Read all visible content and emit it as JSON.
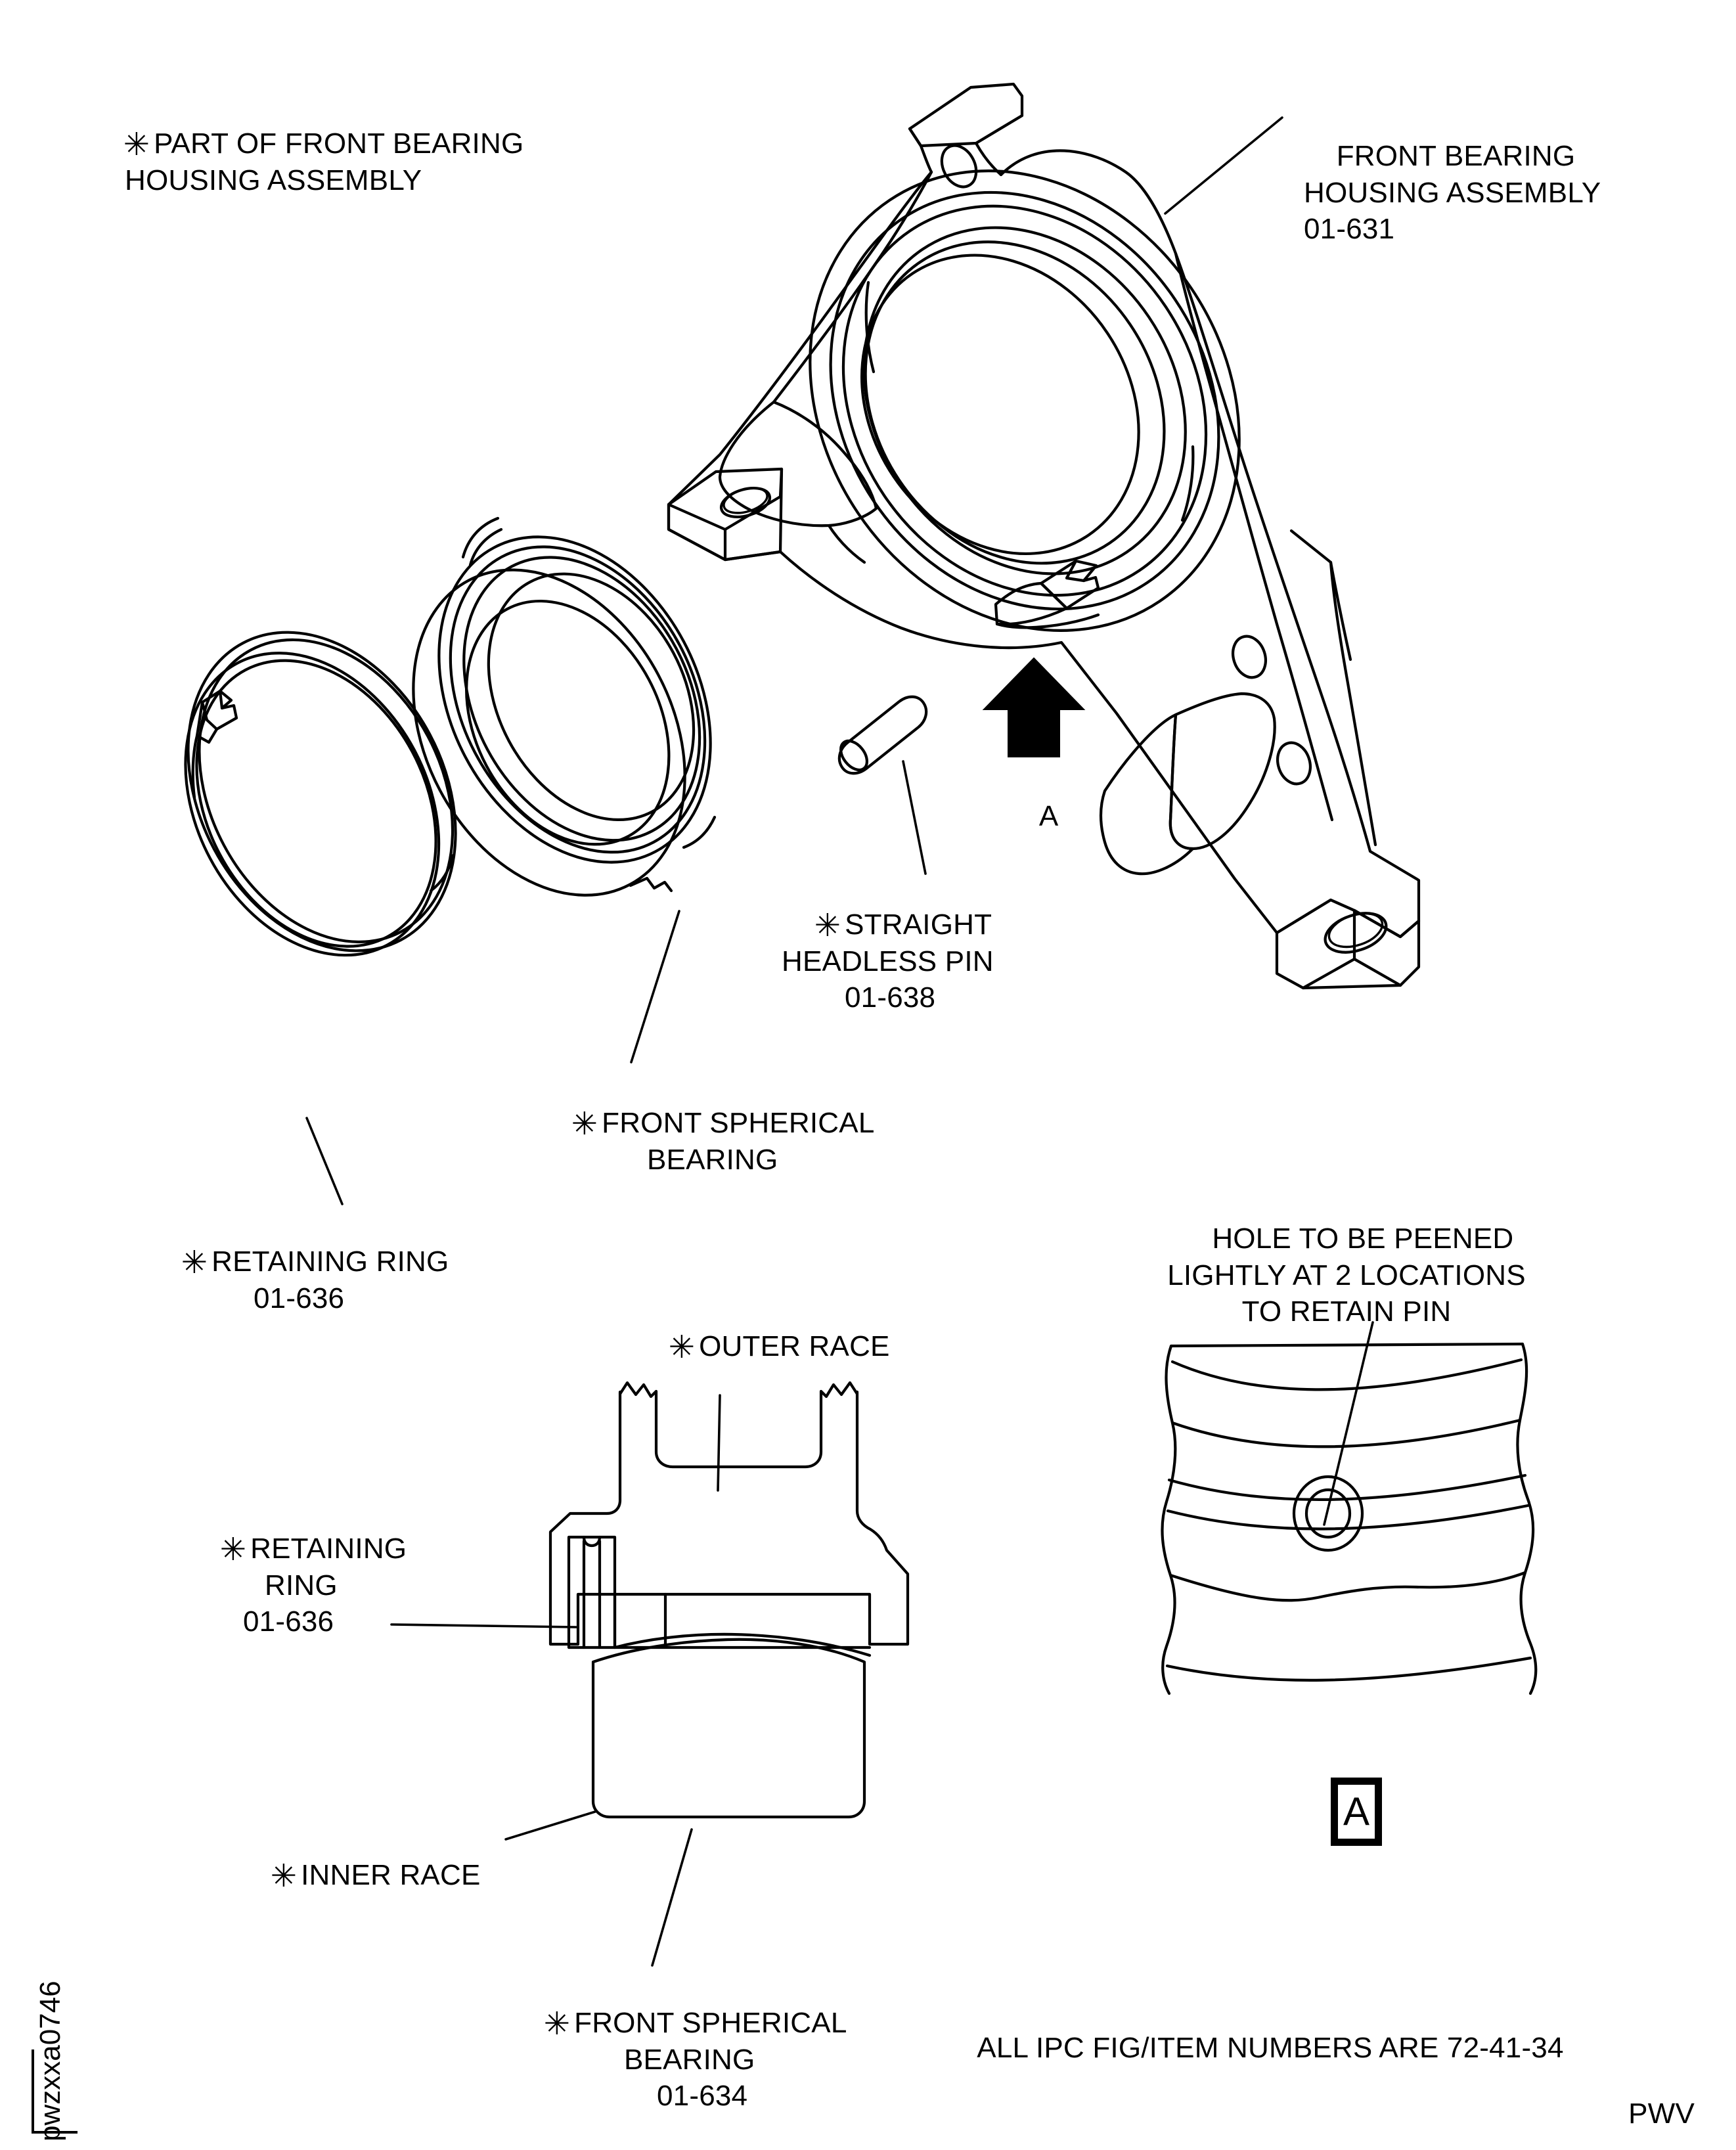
{
  "sheet": {
    "drawing_code": "pwzxxa0746",
    "revision_mark": "PWV",
    "footer_note": "ALL IPC FIG/ITEM NUMBERS ARE 72-41-34",
    "view_marker": "A",
    "ink_color": "#000000",
    "paper_color": "#ffffff"
  },
  "notes": {
    "part_of_assembly": {
      "asterisk": "✳",
      "line1": "PART OF FRONT BEARING",
      "line2": "HOUSING ASSEMBLY"
    },
    "peening": {
      "line1": "HOLE TO BE PEENED",
      "line2": "LIGHTLY AT 2 LOCATIONS",
      "line3": "TO RETAIN PIN"
    }
  },
  "callouts": [
    {
      "id": "front-bearing-housing-assembly",
      "asterisk": "",
      "line1": "FRONT BEARING",
      "line2": "HOUSING ASSEMBLY",
      "ipc_item": "01-631"
    },
    {
      "id": "straight-headless-pin",
      "asterisk": "✳",
      "line1": "STRAIGHT",
      "line2": "HEADLESS PIN",
      "ipc_item": "01-638"
    },
    {
      "id": "front-spherical-bearing-iso",
      "asterisk": "✳",
      "line1": "FRONT SPHERICAL",
      "line2": "BEARING",
      "ipc_item": ""
    },
    {
      "id": "retaining-ring-iso",
      "asterisk": "✳",
      "line1": "RETAINING RING",
      "line2": "",
      "ipc_item": "01-636"
    },
    {
      "id": "outer-race",
      "asterisk": "✳",
      "line1": "OUTER RACE",
      "line2": "",
      "ipc_item": ""
    },
    {
      "id": "retaining-ring-section",
      "asterisk": "✳",
      "line1": "RETAINING",
      "line2": "RING",
      "ipc_item": "01-636"
    },
    {
      "id": "inner-race",
      "asterisk": "✳",
      "line1": "INNER RACE",
      "line2": "",
      "ipc_item": ""
    },
    {
      "id": "front-spherical-bearing-section",
      "asterisk": "✳",
      "line1": "FRONT SPHERICAL",
      "line2": "BEARING",
      "ipc_item": "01-634"
    }
  ],
  "section_arrow": {
    "letter": "A"
  }
}
